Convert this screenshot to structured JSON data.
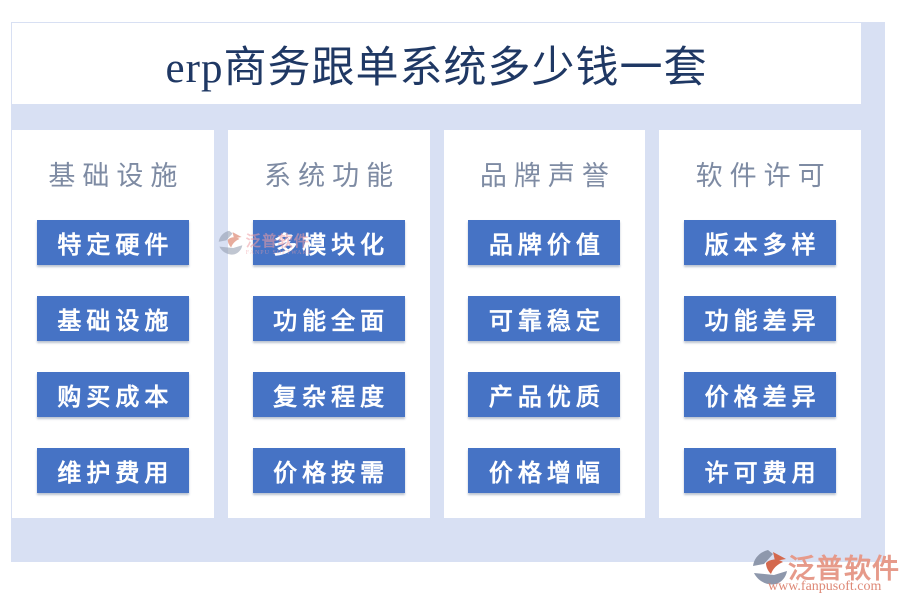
{
  "title": "erp商务跟单系统多少钱一套",
  "columns": [
    {
      "header": "基础设施",
      "items": [
        "特定硬件",
        "基础设施",
        "购买成本",
        "维护费用"
      ]
    },
    {
      "header": "系统功能",
      "items": [
        "多模块化",
        "功能全面",
        "复杂程度",
        "价格按需"
      ]
    },
    {
      "header": "品牌声誉",
      "items": [
        "品牌价值",
        "可靠稳定",
        "产品优质",
        "价格增幅"
      ]
    },
    {
      "header": "软件许可",
      "items": [
        "版本多样",
        "功能差异",
        "价格差异",
        "许可费用"
      ]
    }
  ],
  "watermark": {
    "name": "泛普软件",
    "subtitle": "FANPU SOFTWARE"
  },
  "logo": {
    "name": "泛普软件",
    "url": "www.fanpusoft.com"
  },
  "colors": {
    "panel_background": "#d8e0f3",
    "button_blue": "#4673c5",
    "title_text": "#1f3864",
    "column_header_text": "#7e8ba3",
    "logo_text": "#e69a8a"
  }
}
